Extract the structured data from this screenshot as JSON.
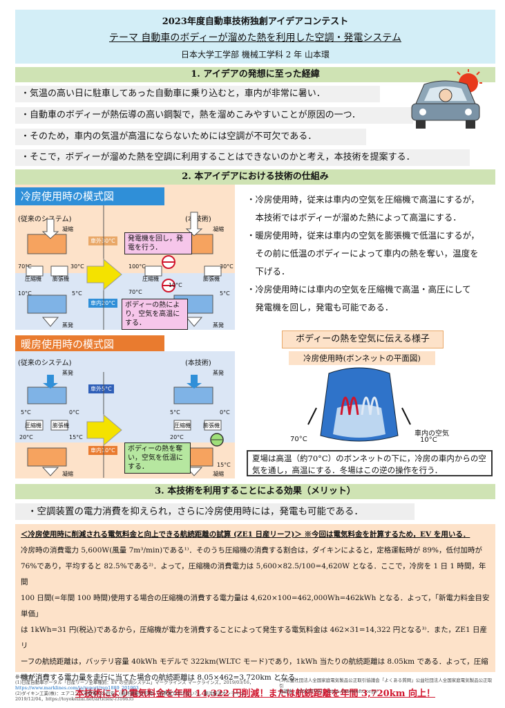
{
  "header": {
    "contest": "2023年度自動車技術独創アイデアコンテスト",
    "theme": "テーマ 自動車のボディーが溜めた熱を利用した空調・発電システム",
    "author": "日本大学工学部 機械工学科 2 年 山本環"
  },
  "section1": {
    "title": "1. アイデアの発想に至った経緯",
    "bullets": [
      "・気温の高い日に駐車してあった自動車に乗り込むと，車内が非常に暑い．",
      "・自動車のボディーが熱伝導の高い鋼製で，熱を溜めこみやすいことが原因の一つ．",
      "・そのため，車内の気温が高温にならないためには空調が不可欠である．",
      "・そこで，ボディーが溜めた熱を空調に利用することはできないのかと考え，本技術を提案する．"
    ]
  },
  "section2": {
    "title": "2. 本アイデアにおける技術の仕組み",
    "cooling_title": "冷房使用時の模式図",
    "heating_title": "暖房使用時の模式図",
    "cooling": {
      "conventional": "(従来のシステム)",
      "proposed": "(本技術)",
      "condense": "凝縮",
      "evaporate": "蒸発",
      "compressor": "圧縮機",
      "expander": "膨張機",
      "outside": "車外30°C",
      "inside": "車内20°C",
      "t70": "70°C",
      "t30": "30°C",
      "t10": "10°C",
      "t5": "5°C",
      "t100": "100°C",
      "callout_gen": "発電機を回し，発電を行う．",
      "callout_body": "ボディーの熱により，空気を高温にする．"
    },
    "heating": {
      "conventional": "(従来のシステム)",
      "proposed": "(本技術)",
      "evaporate": "蒸発",
      "condense": "凝縮",
      "compressor": "圧縮機",
      "expander": "膨張機",
      "outside": "車外5°C",
      "inside": "車内10°C",
      "t5": "5°C",
      "t0": "0°C",
      "t20": "20°C",
      "t15": "15°C",
      "callout_body": "ボディーの熱を奪い，空気を低温にする．"
    },
    "right_text": [
      "・冷房使用時，従来は車内の空気を圧縮機で高温にするが，",
      "　本技術ではボディーが溜めた熱によって高温にする．",
      "・暖房使用時，従来は車内の空気を膨張機で低温にするが，",
      "　その前に低温のボディーによって車内の熱を奪い，温度を",
      "　下げる．",
      "・冷房使用時には車内の空気を圧縮機で高温・高圧にして",
      "　発電機を回し，発電も可能である．"
    ],
    "figure_title": "ボディーの熱を空気に伝える様子",
    "figure_sub": "冷房使用時(ボンネットの平面図)",
    "car_air": "車内の空気",
    "car_t70": "70°C",
    "car_t10": "10°C",
    "summer_note": "夏場は高温（約70°C）のボンネットの下に，冷房の車内からの空気を通し，高温にする．冬場はこの逆の操作を行う．"
  },
  "section3": {
    "title": "3. 本技術を利用することによる効果（メリット）",
    "effect": "・空調装置の電力消費を抑えられ，さらに冷房使用時には，発電も可能である．",
    "calc_title": "＜冷房使用時に削減される電気料金と向上できる航続距離の試算 (ZE1 日産リーフ)＞ ※今回は電気料金を計算するため，EV を用いる．",
    "calc_lines": [
      "冷房時の消費電力 5,600W(風量 7m³/min)である¹⁾．そのうち圧縮機の消費する割合は，ダイキンによると，定格運転時が 89%，低付加時が",
      "76%であり，平均すると 82.5%である²⁾．よって，圧縮機の消費電力は 5,600×82.5/100=4,620W となる．ここで，冷房を 1 日 1 時間，年間",
      "100 日間(=年間 100 時間)使用する場合の圧縮機の消費する電力量は 4,620×100=462,000Wh=462kWh となる．よって，「新電力料金目安単価」",
      "は 1kWh=31 円(税込)であるから，圧縮機が電力を消費することによって発生する電気料金は 462×31=14,322 円となる³⁾．また，ZE1 日産リ",
      "ーフの航続距離は，バッテリ容量 40kWh モデルで 322km(WLTC モード)であり，1kWh 当たりの航続距離は 8.05km である．よって，圧縮",
      "機が消費する電力量を走行に当てた場合の航続距離は 8.05×462=3,720km となる．"
    ],
    "conclusion": "本技術により電気料金を年間 14,322 円削減！または航続距離を年間 3,720km 向上！"
  },
  "footer": {
    "refs_left": [
      "参考文献",
      "(1)日産自動車ポータル「日産リーフ全車種別：EV の空調システム」マークラインズ マークラインズ，2019/03/16，",
      "https://www.marklines.com/ja/report/rep1889_201903",
      "(2)ダイキン工業(株)：エアコン「消費電力の目安」(最終更新日不明)「消費電力が少ない?」，東洋経済オンライン，2019/12/04，https://toyokeizai.net/articles/-/316635"
    ],
    "refs_right": [
      "(3)公益社団法人全国家庭電気製品公正取引協議会「よくある質問」公益社団法人全国家庭電気製品公正取引",
      "協議会，2022/07/01，https://www.eftc.or.jp/"
    ]
  },
  "colors": {
    "header_bg": "#d3eef7",
    "section_bg": "#cfe3b4",
    "cool_tab": "#2f8fd8",
    "heat_tab": "#e97b2f",
    "cool_panel": "#fde2c9",
    "heat_panel": "#dbe6f5",
    "accent_red": "#d0142c",
    "accent_blue": "#1a6fc2"
  }
}
